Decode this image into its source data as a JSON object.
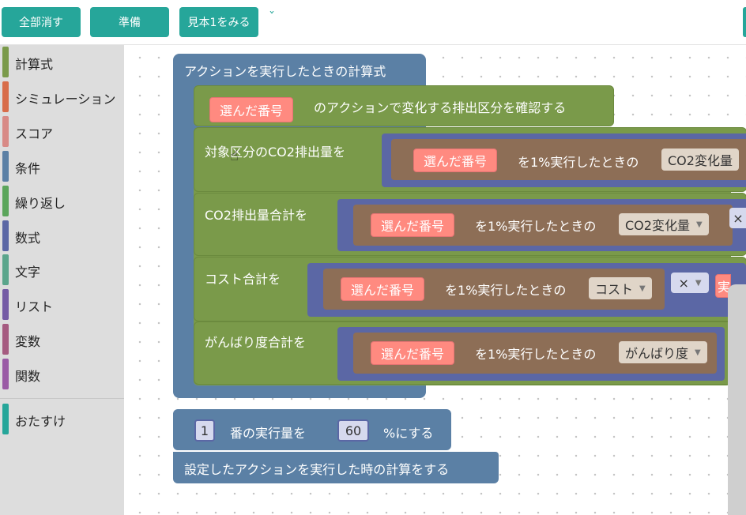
{
  "toolbar": {
    "clear_all": "全部消す",
    "prepare": "準備",
    "view_sample": "見本1をみる",
    "more": "ˇ"
  },
  "categories": [
    {
      "label": "計算式",
      "color": "#7a9a4a"
    },
    {
      "label": "シミュレーション",
      "color": "#d86d4a"
    },
    {
      "label": "スコア",
      "color": "#d88a86"
    },
    {
      "label": "条件",
      "color": "#5b80a5"
    },
    {
      "label": "繰り返し",
      "color": "#5ba55b"
    },
    {
      "label": "数式",
      "color": "#5b67a5"
    },
    {
      "label": "文字",
      "color": "#5ba58c"
    },
    {
      "label": "リスト",
      "color": "#745ba5"
    },
    {
      "label": "変数",
      "color": "#a55b80"
    },
    {
      "label": "関数",
      "color": "#9a5ba5"
    },
    {
      "label": "おたすけ",
      "color": "#26a69a"
    }
  ],
  "workspace": {
    "main_block": {
      "title": "アクションを実行したときの計算式",
      "check_row": {
        "chip": "選んだ番号",
        "text": "のアクションで変化する排出区分を確認する"
      },
      "rows": [
        {
          "label": "対象区分のCO2排出量を",
          "chip": "選んだ番号",
          "text": "を1%実行したときの",
          "field": "CO2変化量",
          "op": ""
        },
        {
          "label": "CO2排出量合計を",
          "chip": "選んだ番号",
          "text": "を1%実行したときの",
          "field": "CO2変化量",
          "op": "×"
        },
        {
          "label": "コスト合計を",
          "chip": "選んだ番号",
          "text": "を1%実行したときの",
          "field": "コスト",
          "op": "×",
          "tail": "実"
        },
        {
          "label": "がんばり度合計を",
          "chip": "選んだ番号",
          "text": "を1%実行したときの",
          "field": "がんばり度",
          "op": ""
        }
      ]
    },
    "exec_block": {
      "num1": "1",
      "text1": "番の実行量を",
      "num2": "60",
      "text2": "%にする"
    },
    "calc_block": {
      "text": "設定したアクションを実行した時の計算をする"
    },
    "colors": {
      "procedure": "#5b80a5",
      "variable": "#7a9a4a",
      "math": "#5b67a5",
      "sim": "#8d6e56",
      "param": "#ff8a80"
    }
  }
}
